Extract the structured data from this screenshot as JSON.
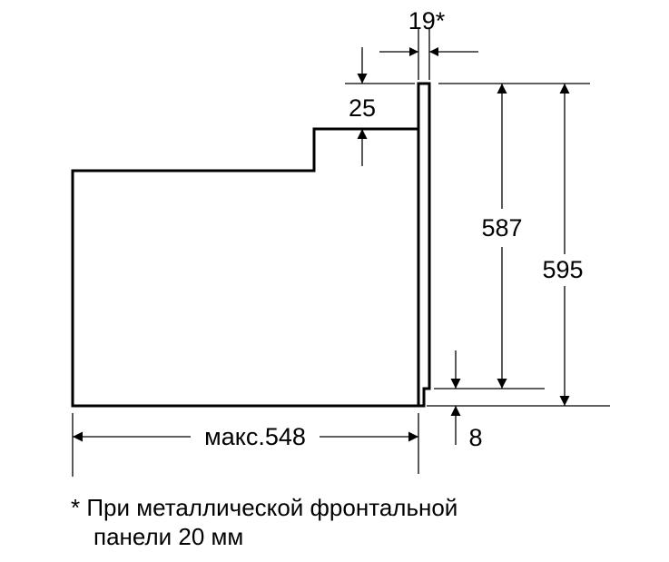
{
  "dimensions": {
    "panel_thickness": "19*",
    "top_step": "25",
    "inner_height": "587",
    "total_height": "595",
    "bottom_offset": "8",
    "max_depth": "макс.548"
  },
  "footnote": {
    "line1": "* При металлической фронтальной",
    "line2": "панели 20 мм"
  },
  "colors": {
    "ink": "#000000",
    "background": "#ffffff"
  }
}
